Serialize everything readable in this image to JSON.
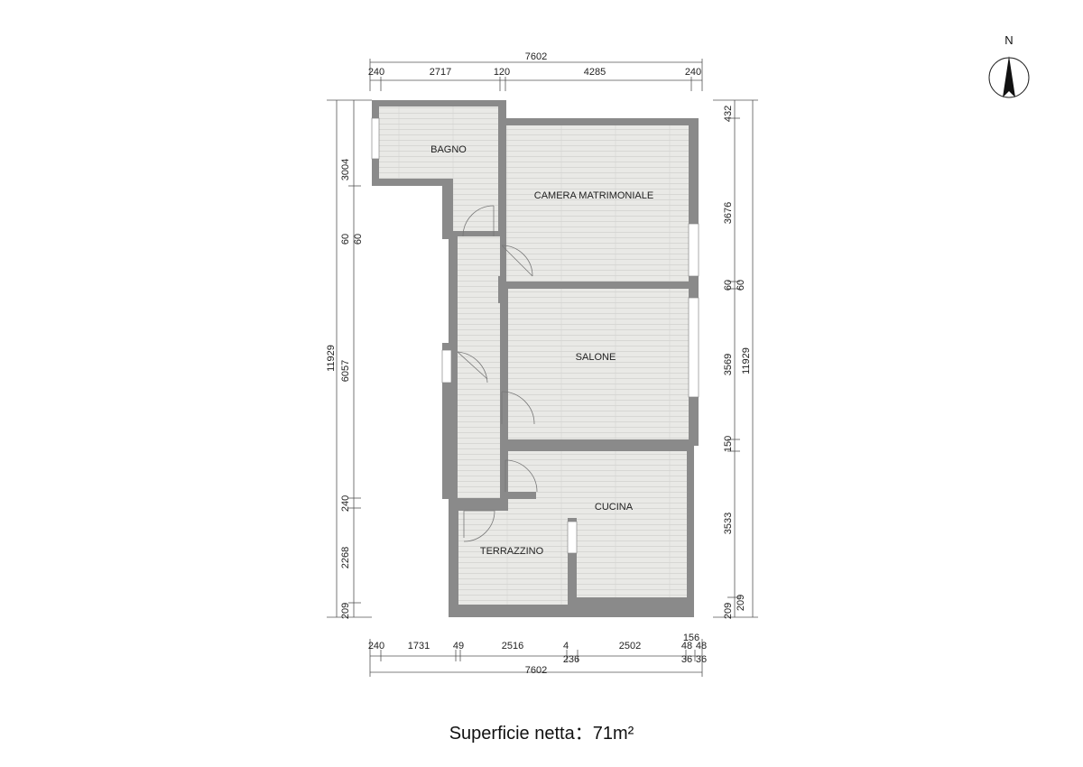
{
  "compass": {
    "label": "N"
  },
  "rooms": {
    "bagno": "BAGNO",
    "camera": "CAMERA MATRIMONIALE",
    "salone": "SALONE",
    "cucina": "CUCINA",
    "terrazzino": "TERRAZZINO"
  },
  "dims": {
    "top_total": "7602",
    "top_segments": [
      "240",
      "2717",
      "120",
      "4285",
      "240"
    ],
    "bottom_total": "7602",
    "bottom_segments": [
      "240",
      "1731",
      "49",
      "2516",
      "4",
      "2502"
    ],
    "bottom_extra": [
      "236",
      "156",
      "48",
      "48",
      "36",
      "36"
    ],
    "left_total": "11929",
    "left_segments": [
      "3004",
      "60",
      "60",
      "6057",
      "240",
      "2268",
      "209"
    ],
    "right_total": "11929",
    "right_segments": [
      "432",
      "3676",
      "60",
      "60",
      "3569",
      "150",
      "3533",
      "209",
      "209"
    ]
  },
  "summary": {
    "area_text": "Superficie netta：71m²"
  }
}
